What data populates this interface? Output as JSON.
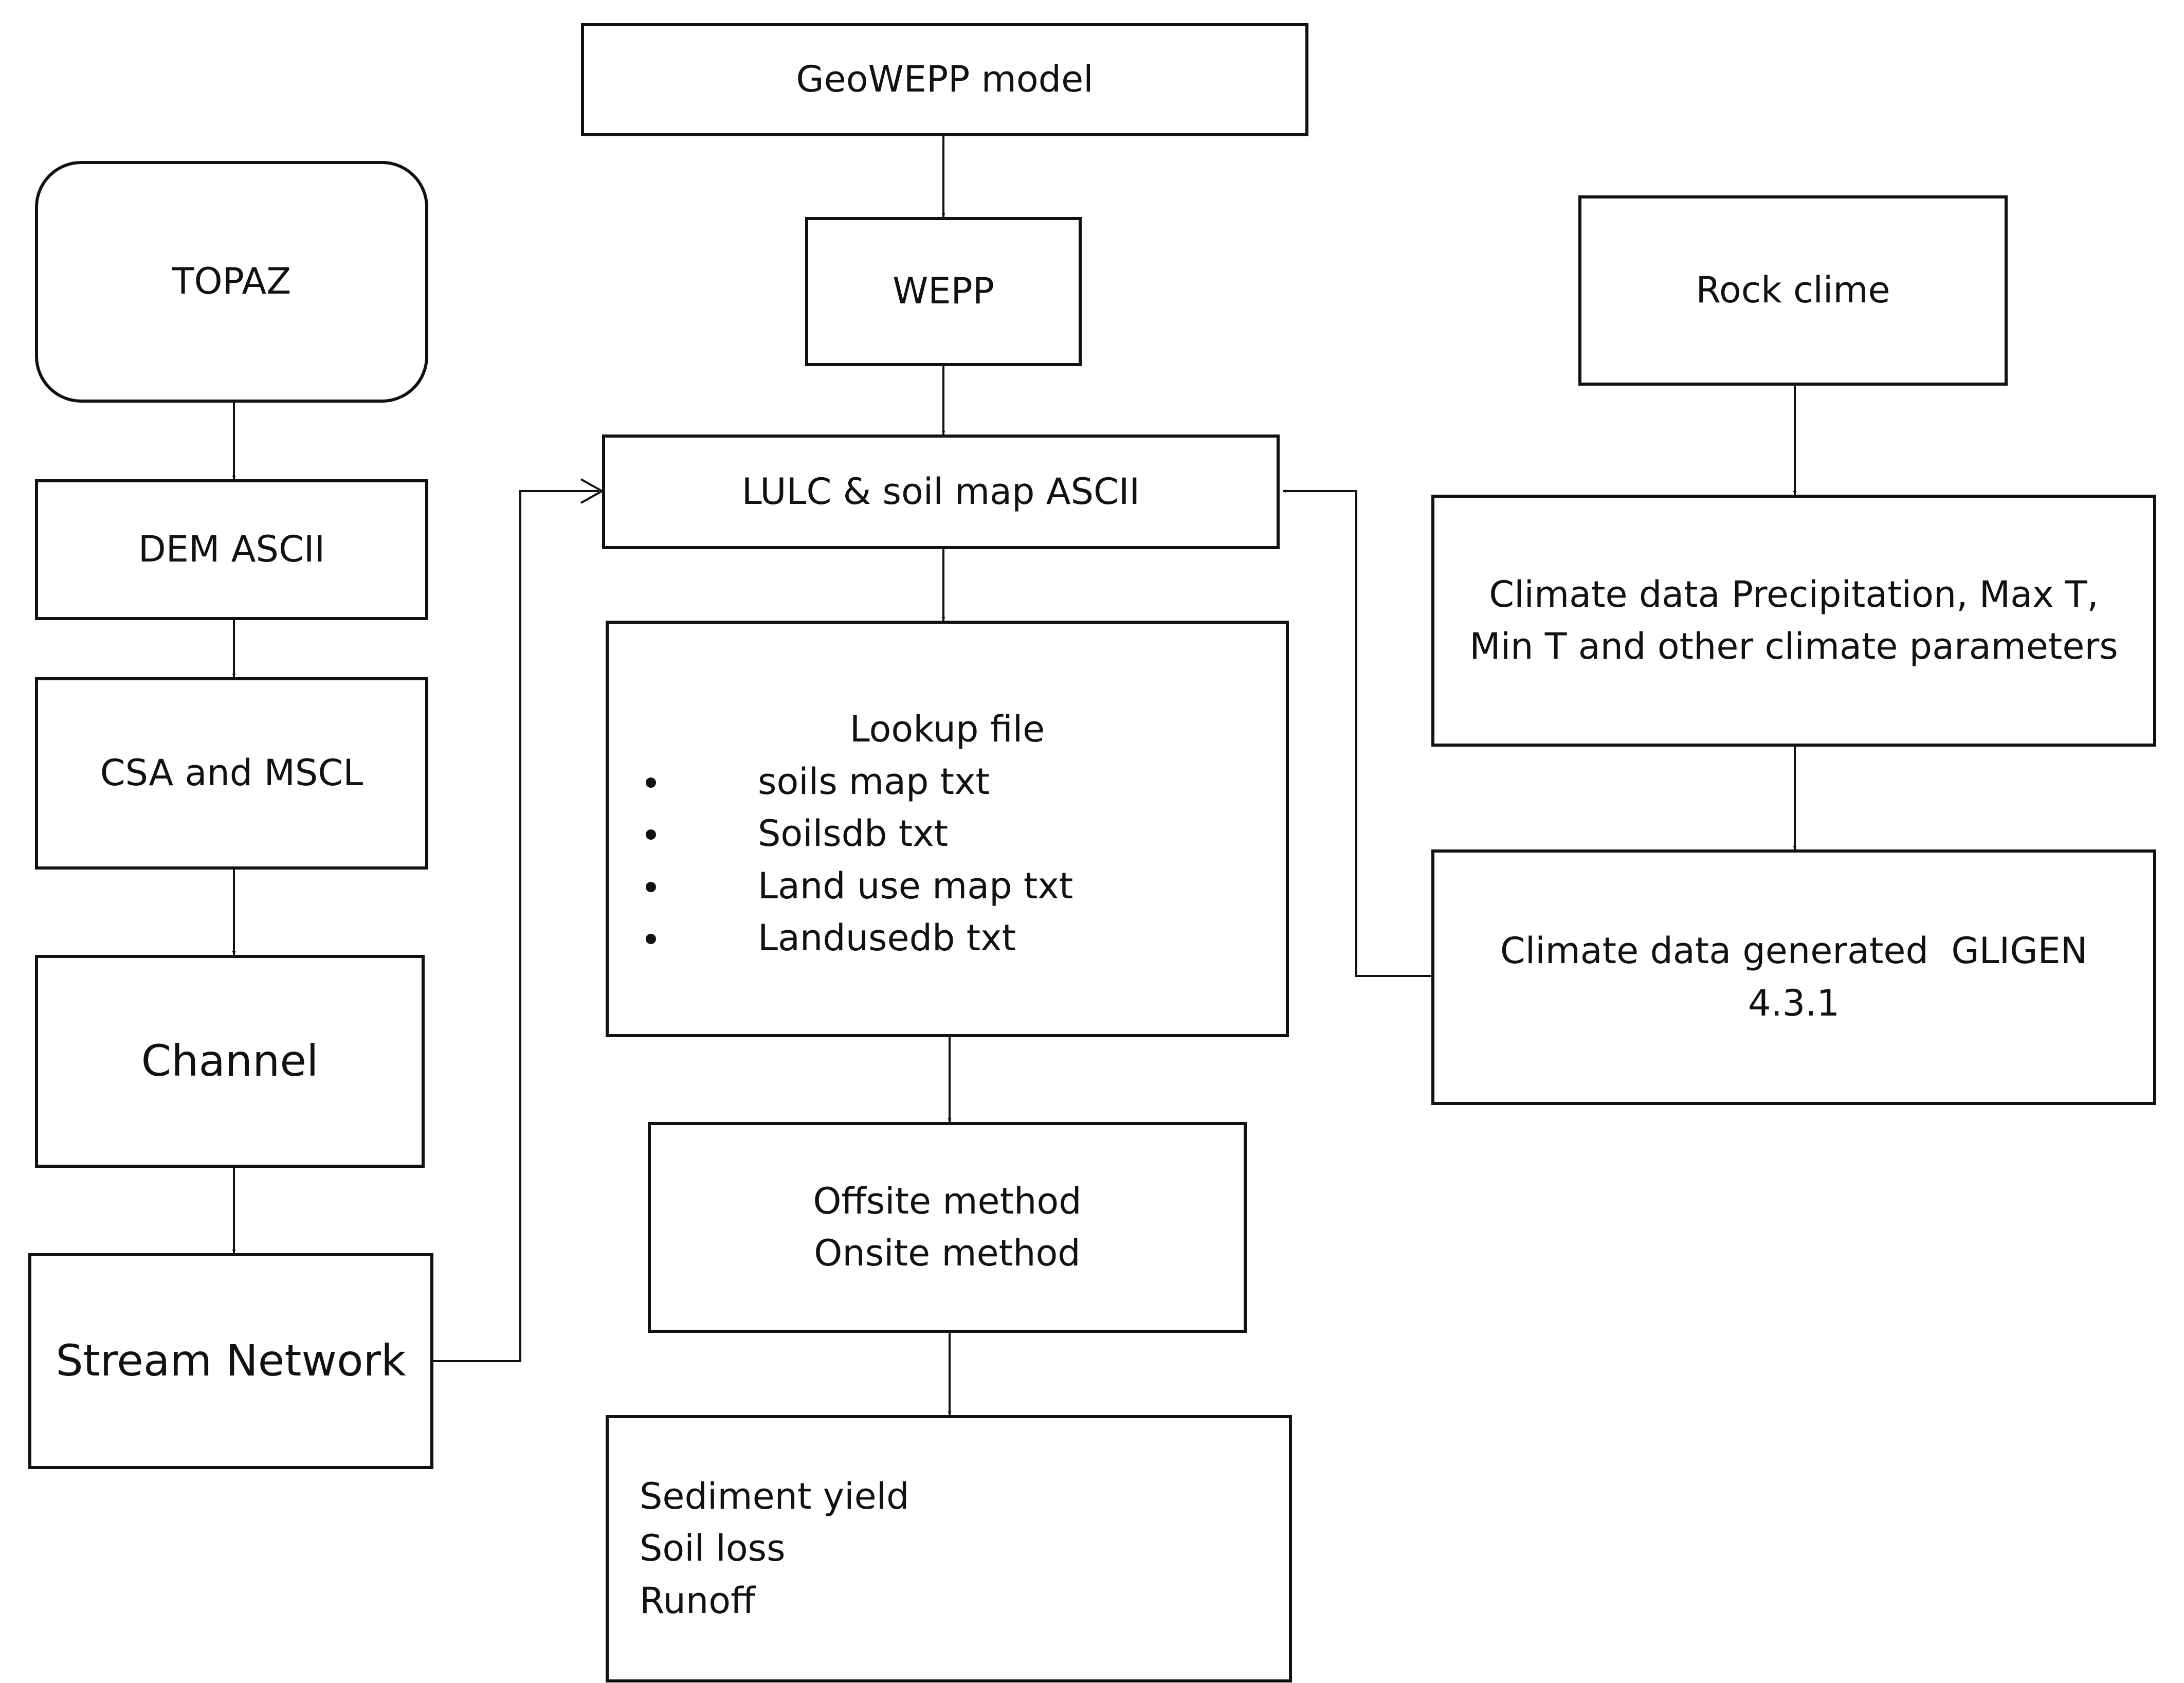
{
  "nodes": {
    "geowepp": {
      "label": "GeoWEPP model"
    },
    "wepp": {
      "label": "WEPP"
    },
    "topaz": {
      "label": "TOPAZ"
    },
    "dem_ascii": {
      "label": "DEM ASCII"
    },
    "csa_mscl": {
      "label": "CSA and MSCL"
    },
    "channel": {
      "label": "Channel"
    },
    "stream_network": {
      "label": "Stream Network"
    },
    "lulc_soil": {
      "label": "LULC & soil map ASCII"
    },
    "lookup": {
      "title": "Lookup file",
      "items": [
        "soils map txt",
        "Soilsdb txt",
        "Land use map txt",
        "Landusedb txt"
      ]
    },
    "methods": {
      "lines": [
        "Offsite method",
        "Onsite method"
      ]
    },
    "outputs": {
      "lines": [
        "Sediment yield",
        "Soil loss",
        "Runoff"
      ]
    },
    "rock_clime": {
      "label": "Rock clime"
    },
    "climate_data": {
      "lines": [
        "Climate data Precipitation, Max T,",
        "Min T and other climate parameters"
      ]
    },
    "gligen": {
      "lines": [
        "Climate data generated  GLIGEN",
        "4.3.1"
      ]
    }
  },
  "edges": [
    {
      "from": "geowepp",
      "to": "wepp"
    },
    {
      "from": "wepp",
      "to": "lulc_soil"
    },
    {
      "from": "topaz",
      "to": "dem_ascii"
    },
    {
      "from": "dem_ascii",
      "to": "csa_mscl"
    },
    {
      "from": "csa_mscl",
      "to": "channel"
    },
    {
      "from": "channel",
      "to": "stream_network"
    },
    {
      "from": "stream_network",
      "to": "lulc_soil",
      "arrowhead": "open"
    },
    {
      "from": "lulc_soil",
      "to": "lookup"
    },
    {
      "from": "lookup",
      "to": "methods"
    },
    {
      "from": "methods",
      "to": "outputs"
    },
    {
      "from": "rock_clime",
      "to": "climate_data"
    },
    {
      "from": "climate_data",
      "to": "gligen"
    },
    {
      "from": "gligen",
      "to": "lulc_soil"
    }
  ]
}
